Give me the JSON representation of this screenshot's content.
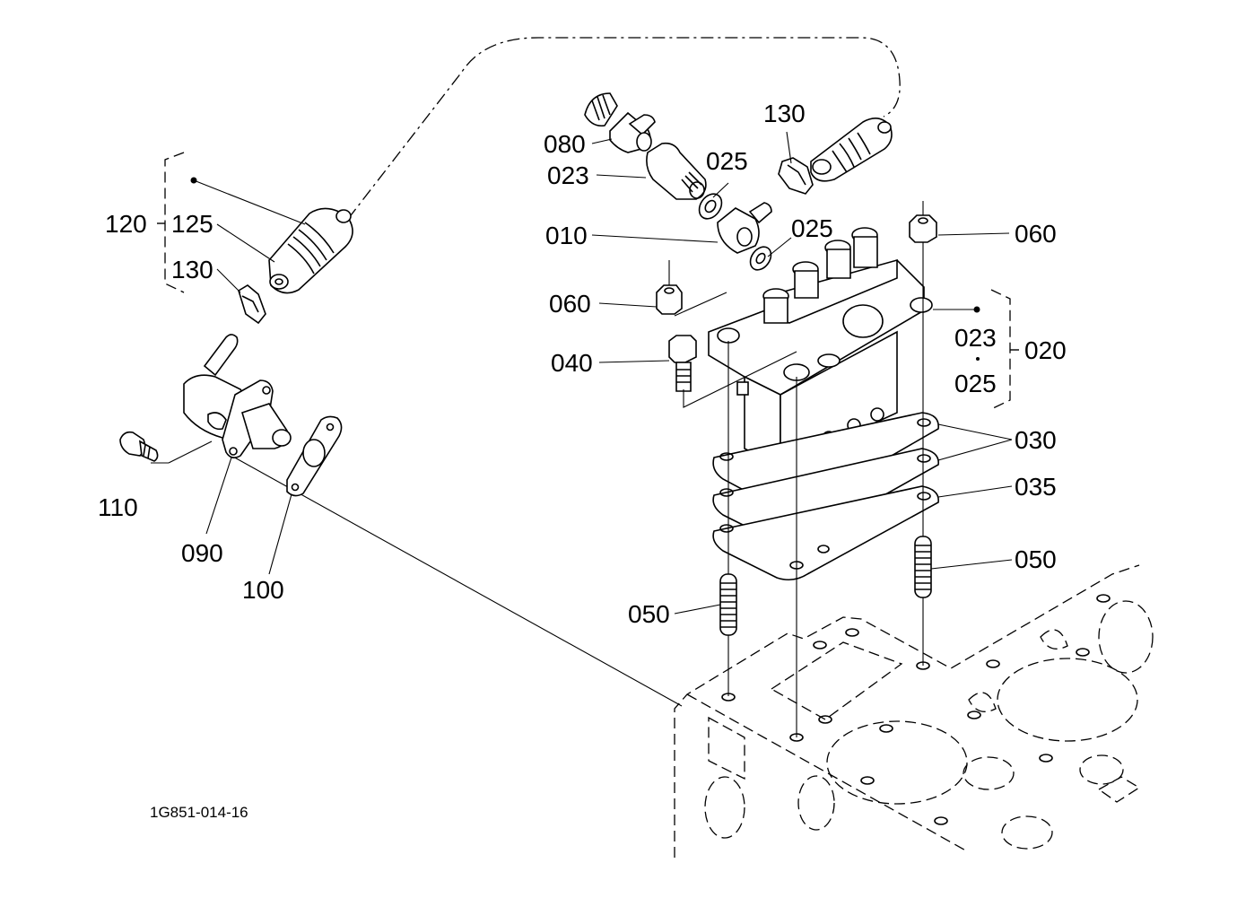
{
  "diagram": {
    "type": "exploded-parts-diagram",
    "subject": "Fuel injection pump assembly",
    "reference_code": "1G851-014-16",
    "callouts": [
      {
        "id": "c-120",
        "label": "120"
      },
      {
        "id": "c-125",
        "label": "125"
      },
      {
        "id": "c-130-left",
        "label": "130"
      },
      {
        "id": "c-110",
        "label": "110"
      },
      {
        "id": "c-090",
        "label": "090"
      },
      {
        "id": "c-100",
        "label": "100"
      },
      {
        "id": "c-080",
        "label": "080"
      },
      {
        "id": "c-023-top",
        "label": "023"
      },
      {
        "id": "c-025-top",
        "label": "025"
      },
      {
        "id": "c-130-right",
        "label": "130"
      },
      {
        "id": "c-010",
        "label": "010"
      },
      {
        "id": "c-025-mid",
        "label": "025"
      },
      {
        "id": "c-060-right",
        "label": "060"
      },
      {
        "id": "c-060-left",
        "label": "060"
      },
      {
        "id": "c-040",
        "label": "040"
      },
      {
        "id": "c-023-kit",
        "label": "023"
      },
      {
        "id": "c-025-kit",
        "label": "025"
      },
      {
        "id": "c-020",
        "label": "020"
      },
      {
        "id": "c-030",
        "label": "030"
      },
      {
        "id": "c-035",
        "label": "035"
      },
      {
        "id": "c-050-right",
        "label": "050"
      },
      {
        "id": "c-050-left",
        "label": "050"
      }
    ],
    "groups": [
      {
        "label": "120",
        "members": [
          "125",
          "130"
        ]
      },
      {
        "label": "020",
        "members": [
          "023",
          "025"
        ]
      }
    ]
  }
}
